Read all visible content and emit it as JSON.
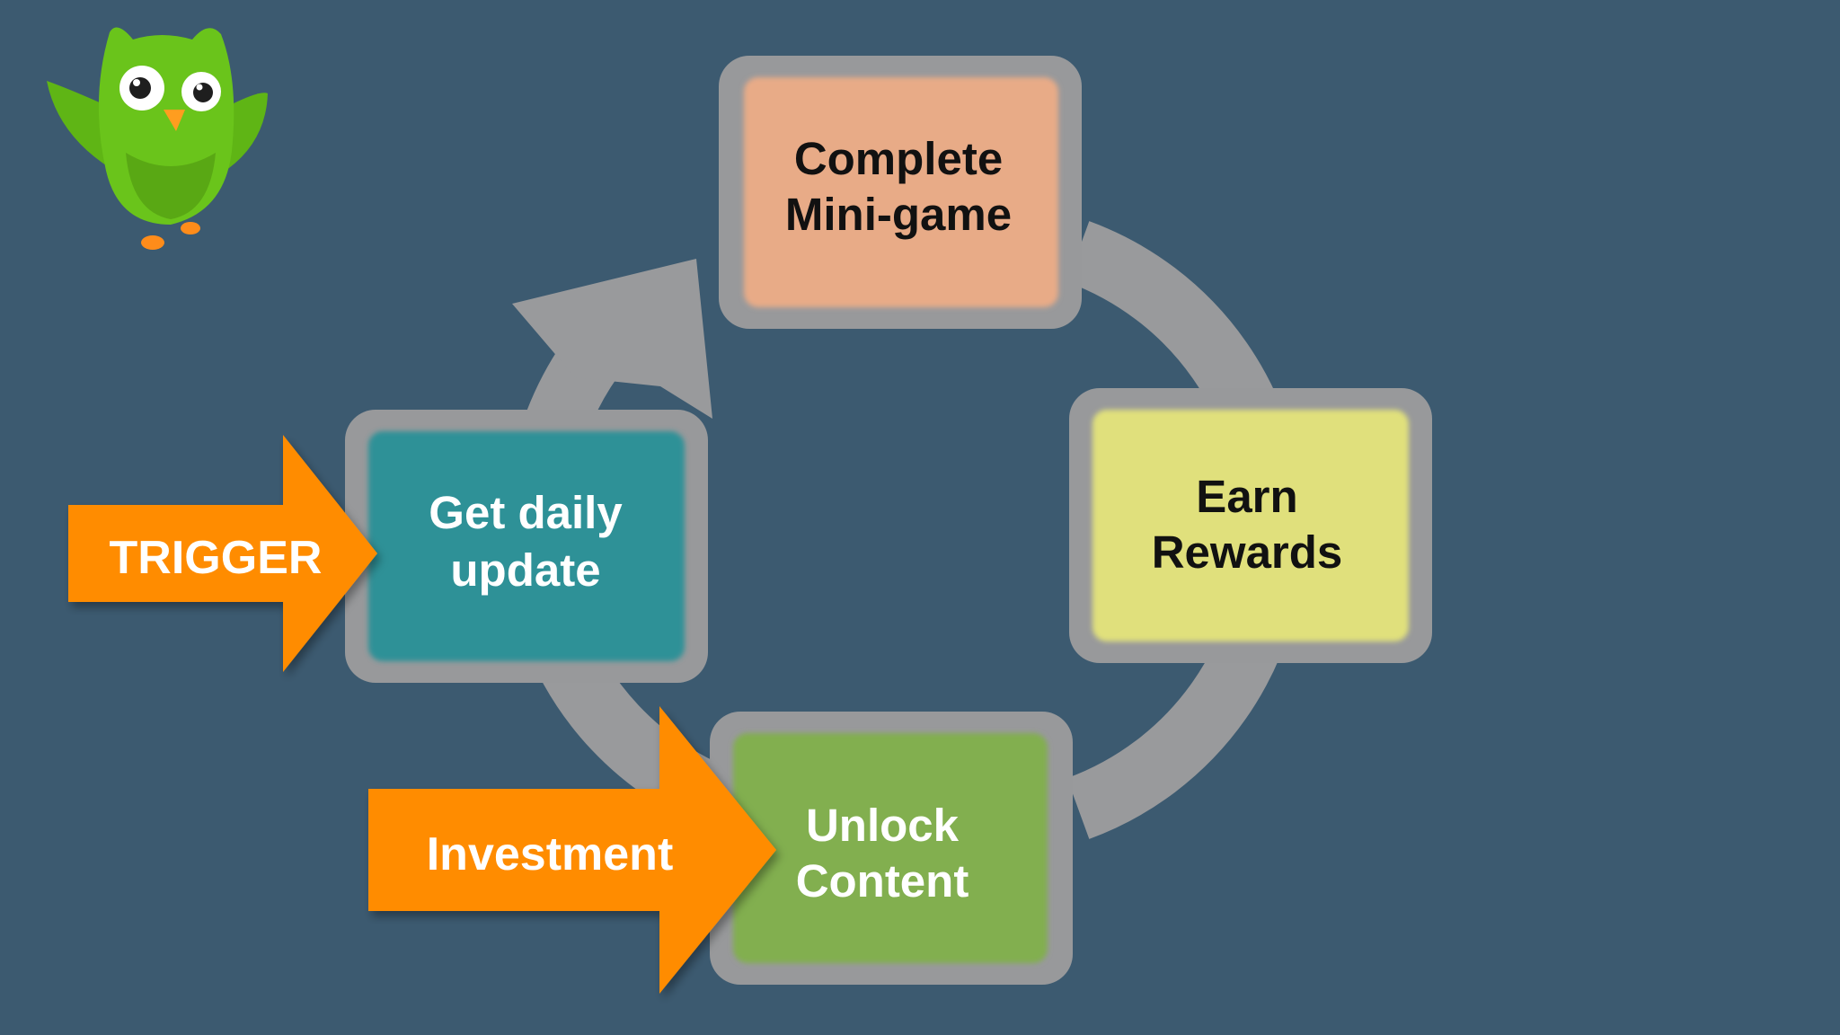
{
  "colors": {
    "background": "#3c5a70",
    "cycle_ring": "#999a9c",
    "box_frame": "#98999b",
    "trigger_arrow": "#ff8c00",
    "owl_green": "#6ac41b"
  },
  "cycle": {
    "steps": [
      {
        "line1": "Complete",
        "line2": "Mini-game",
        "fill": "#e8ab87",
        "text_color": "#111111"
      },
      {
        "line1": "Earn",
        "line2": "Rewards",
        "fill": "#e0e07b",
        "text_color": "#111111"
      },
      {
        "line1": "Unlock",
        "line2": "Content",
        "fill": "#82af50",
        "text_color": "#ffffff"
      },
      {
        "line1": "Get daily",
        "line2": "update",
        "fill": "#2f9197",
        "text_color": "#ffffff"
      }
    ]
  },
  "inputs": {
    "trigger": {
      "label": "TRIGGER",
      "target": "Get daily update"
    },
    "investment": {
      "label": "Investment",
      "target": "Unlock Content"
    }
  },
  "mascot": {
    "icon": "owl-mascot-icon"
  }
}
